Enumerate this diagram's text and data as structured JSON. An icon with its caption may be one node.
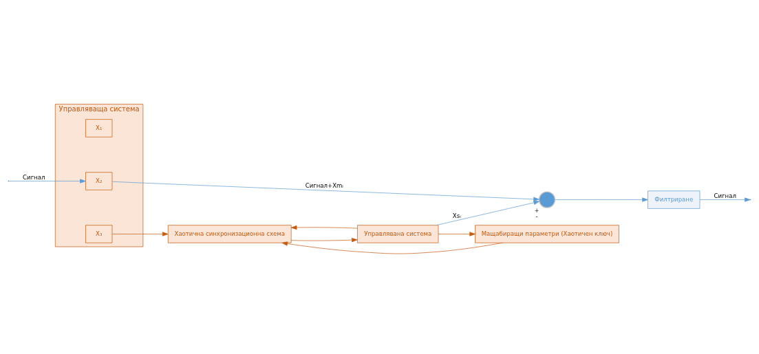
{
  "diagram": {
    "nodes": [
      {
        "text": [
          "Управляваща система"
        ]
      },
      {
        "text": [
          "X₁"
        ],
        "in": 0
      },
      {
        "text": [
          "X₂"
        ],
        "in": 0
      },
      {
        "text": [
          "X₃"
        ],
        "in": 0
      },
      {
        "text": [
          "Хаотична синхронизационна схема"
        ]
      },
      {
        "text": [
          "Управлявана система"
        ]
      },
      {
        "text": [
          "Мащабиращи параметри (Хаотичен ключ)"
        ]
      },
      {
        "text": [],
        "shape": "circle",
        "beside": [
          "+",
          "-"
        ]
      },
      {
        "text": [
          "Филтриране"
        ]
      }
    ],
    "edges": [
      {
        "from": null,
        "to": 2,
        "arrow": "to",
        "label": "Сигнал",
        "color": "#5b9bd5"
      },
      {
        "from": 2,
        "to": 7,
        "arrow": "to",
        "label": "Сигнал+Xmᵢ",
        "color": "#5b9bd5"
      },
      {
        "from": 7,
        "to": 8,
        "arrow": "to",
        "color": "#5b9bd5"
      },
      {
        "from": 8,
        "to": null,
        "arrow": "to",
        "label": "Сигнал",
        "color": "#5b9bd5"
      },
      {
        "from": 5,
        "to": 7,
        "arrow": "to",
        "label": "Xsᵢ",
        "color": "#5b9bd5"
      },
      {
        "from": 3,
        "to": 4,
        "arrow": "to",
        "color": "#c55a11"
      },
      {
        "from": 4,
        "to": 5,
        "arrow": "to",
        "color": "#c55a11"
      },
      {
        "from": 5,
        "to": 4,
        "arrow": "to",
        "color": "#c55a11"
      },
      {
        "from": 5,
        "to": 6,
        "arrow": "to",
        "color": "#c55a11"
      },
      {
        "from": 6,
        "to": 4,
        "arrow": "to",
        "color": "#c55a11"
      }
    ]
  }
}
